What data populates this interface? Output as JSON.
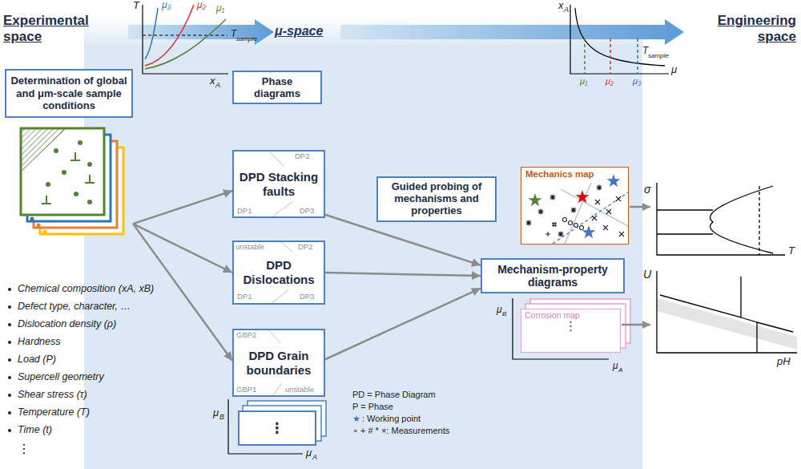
{
  "diagram": {
    "nodes": [
      {
        "text": [
          "Determination of global and μm-scale sample conditions"
        ]
      },
      {
        "text": [
          "Phase diagrams"
        ]
      },
      {
        "text": [
          "DPD Stacking faults"
        ]
      },
      {
        "text": [
          "DPD Dislocations"
        ]
      },
      {
        "text": [
          "DPD Grain boundaries"
        ]
      },
      {
        "text": [
          "Guided probing of mechanisms and properties"
        ]
      },
      {
        "text": [
          "Mechanics map"
        ]
      },
      {
        "text": [
          "Mechanism-property diagrams"
        ]
      },
      {
        "text": [
          "Corrosion map",
          "⋮"
        ]
      },
      {
        "text": [
          "⋮"
        ]
      }
    ],
    "edges": [
      {
        "from": 0,
        "to": 2,
        "arrow": "to"
      },
      {
        "from": 0,
        "to": 3,
        "arrow": "to"
      },
      {
        "from": 0,
        "to": 4,
        "arrow": "to"
      },
      {
        "from": 2,
        "to": 7,
        "arrow": "to"
      },
      {
        "from": 3,
        "to": 7,
        "arrow": "to"
      },
      {
        "from": 4,
        "to": 7,
        "arrow": "to"
      }
    ],
    "labels": [
      "Experimental space",
      "T",
      "x",
      "A",
      "μ₃",
      "μ₂",
      "μ₁",
      "T",
      "sample",
      "μ-space",
      "x",
      "A",
      "μ",
      "μ₁",
      "μ₂",
      "μ₃",
      "T",
      "sample",
      "Engineering space",
      "Chemical composition (xA, xB)",
      "Defect type, character, …",
      "Dislocation density (ρ)",
      "Hardness",
      "Load (P)",
      "Supercell geometry",
      "Shear stress (τ)",
      "Temperature (T)",
      "Time (t)",
      "⋮",
      "DP2",
      "DP1",
      "DP3",
      "unstable",
      "DP2",
      "DP1",
      "DP3",
      "GBP2",
      "unstable",
      "GBP1",
      "μ",
      "B",
      "μ",
      "A",
      "PD = Phase Diagram",
      "P = Phase",
      "★",
      ": Working point",
      "∘ + # * ×: Measurements",
      "μ",
      "B",
      "μ",
      "A",
      "σ",
      "T",
      "U",
      "pH"
    ]
  }
}
